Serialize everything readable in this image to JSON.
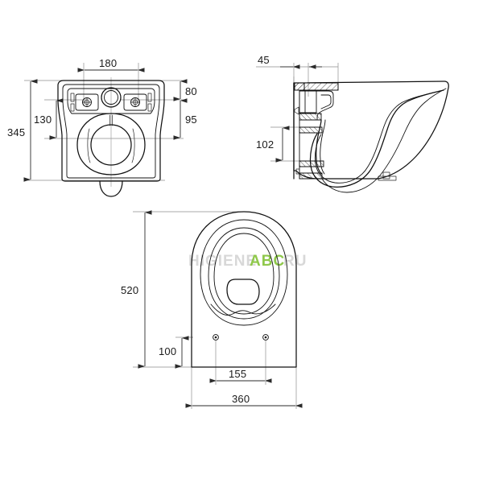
{
  "document": {
    "type": "technical-drawing",
    "title": "Wall-hung toilet bowl dimensional drawing",
    "units": "mm",
    "background_color": "#ffffff",
    "line_color": "#111111",
    "dimension_color": "#1a1a1a",
    "extension_line_color": "#8e8e8e"
  },
  "views": {
    "rear_elevation": {
      "name": "rear-elevation-view",
      "label": "",
      "dimensions": {
        "overall_height": "345",
        "mount_width": "180",
        "mount_to_outlet": "130",
        "top_to_bolt": "80",
        "bolt_to_outlet": "95"
      }
    },
    "side_section": {
      "name": "side-section-view",
      "label": "",
      "dimensions": {
        "wall_offset": "45",
        "outlet_height": "102"
      }
    },
    "plan": {
      "name": "plan-view",
      "label": "",
      "dimensions": {
        "overall_length": "520",
        "overall_width": "360",
        "bolt_spacing": "155",
        "bolt_to_rear": "100"
      }
    }
  },
  "dimension_labels": {
    "d_345": "345",
    "d_180": "180",
    "d_130": "130",
    "d_80": "80",
    "d_95": "95",
    "d_45": "45",
    "d_102": "102",
    "d_520": "520",
    "d_100": "100",
    "d_155": "155",
    "d_360": "360"
  },
  "watermark": {
    "prefix": "HIGIENE",
    "accent": "ABC",
    "suffix": "RU",
    "accent_color": "#8fc84b",
    "base_color": "#d8d8d8"
  }
}
